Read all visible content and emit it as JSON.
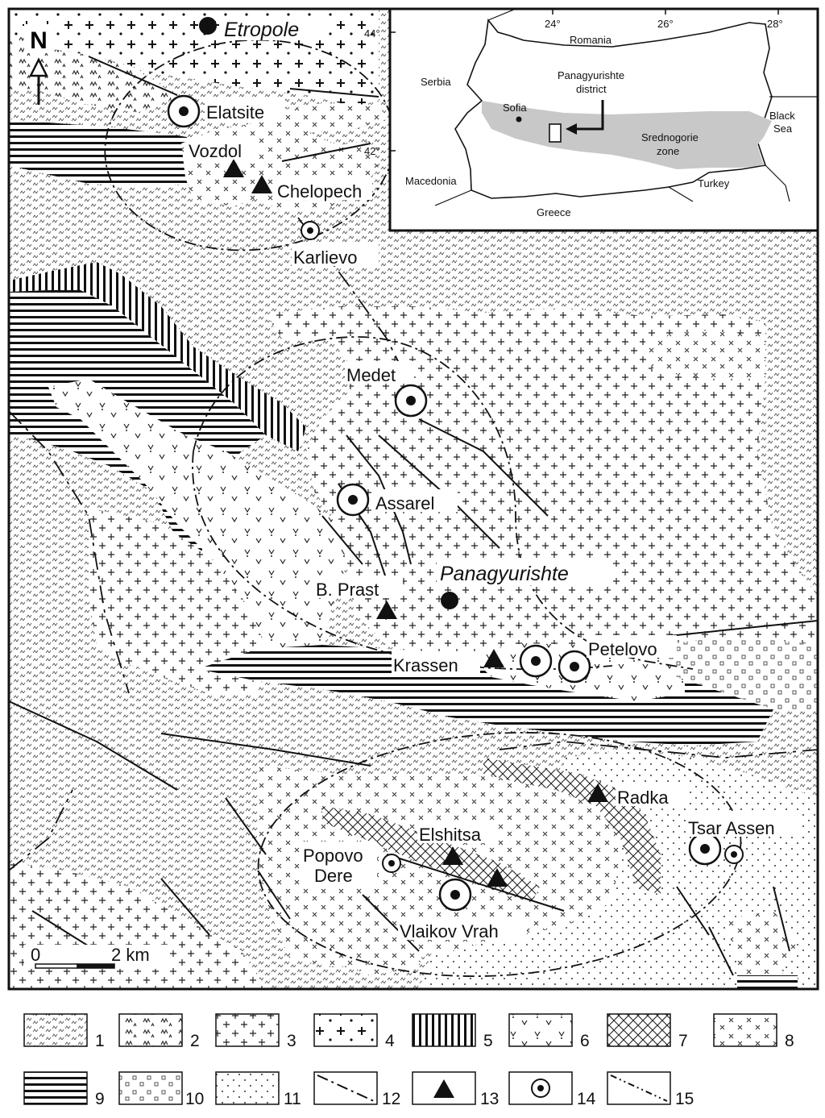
{
  "north_label": "N",
  "places": {
    "etropole": "Etropole",
    "panagyurishte": "Panagyurishte"
  },
  "deposits": {
    "elatsite": "Elatsite",
    "vozdol": "Vozdol",
    "chelopech": "Chelopech",
    "karlievo": "Karlievo",
    "medet": "Medet",
    "assarel": "Assarel",
    "b_prast": "B. Prast",
    "krassen": "Krassen",
    "petelovo": "Petelovo",
    "radka": "Radka",
    "tsar_assen": "Tsar Assen",
    "elshitsa": "Elshitsa",
    "popovo_line1": "Popovo",
    "popovo_line2": "Dere",
    "vlaikov_vrah": "Vlaikov Vrah"
  },
  "scale_bar": {
    "start": "0",
    "end": "2 km"
  },
  "inset": {
    "lon_ticks": [
      "24°",
      "26°",
      "28°"
    ],
    "lat_ticks": [
      "44°",
      "42°"
    ],
    "romania": "Romania",
    "serbia": "Serbia",
    "sofia": "Sofia",
    "district_line1": "Panagyurishte",
    "district_line2": "district",
    "black_sea_line1": "Black",
    "black_sea_line2": "Sea",
    "srednogorie_line1": "Srednogorie",
    "srednogorie_line2": "zone",
    "macedonia": "Macedonia",
    "turkey": "Turkey",
    "greece": "Greece"
  },
  "legend": [
    "1",
    "2",
    "3",
    "4",
    "5",
    "6",
    "7",
    "8",
    "9",
    "10",
    "11",
    "12",
    "13",
    "14",
    "15"
  ],
  "colors": {
    "ink": "#111111",
    "paper": "#ffffff",
    "zone_fill": "#c8c8c8"
  }
}
